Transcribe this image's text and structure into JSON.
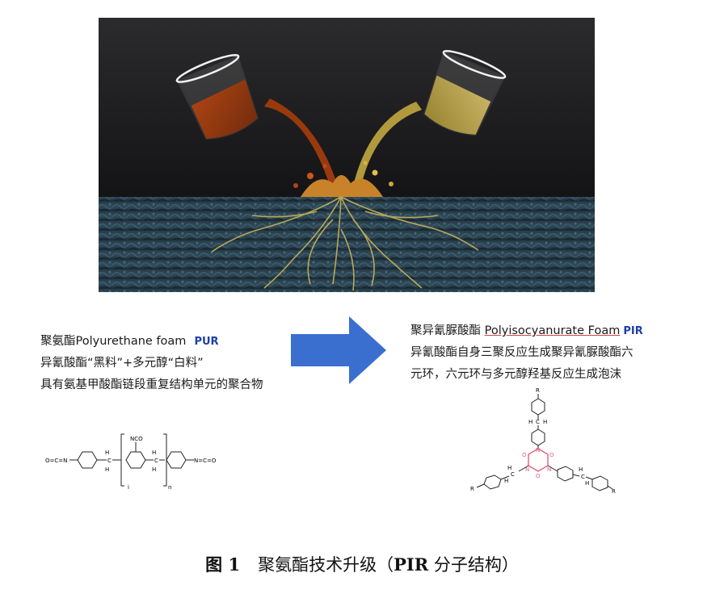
{
  "left_panel": {
    "line1_zh": "聚氨酯",
    "line1_en": "Polyurethane foam",
    "line1_abbr": "PUR",
    "line2": "异氰酸酯“黑料”+多元醇“白料”",
    "line3": "具有氨基甲酸酯链段重复结构单元的聚合物"
  },
  "right_panel": {
    "line1_zh": "聚异氰脲酸酯",
    "line1_en": "Polyisocyanurate Foam",
    "line1_abbr": "PIR",
    "line2": "异氰酸酯自身三聚反应生成聚异氰脲酸酯六",
    "line3": "元环，六元环与多元醇羟基反应生成泡沫"
  },
  "pur_structure": {
    "nco_left": "O=C=N",
    "nco_right": "N=C=O",
    "pendant": "NCO",
    "h": "H",
    "c": "C",
    "subscript_i": "i",
    "subscript_n": "n"
  },
  "pir_structure": {
    "h": "H",
    "c": "C",
    "r": "R",
    "n": "N",
    "o": "O"
  },
  "caption": {
    "figure_number": "图 1",
    "text_before": "聚氨酯技术升级（",
    "text_bold": "PIR",
    "text_after": " 分子结构）"
  },
  "colors": {
    "abbr_blue": "#1e3fa8",
    "arrow_blue": "#3a6fd0",
    "ring_pink": "#e0607e"
  }
}
